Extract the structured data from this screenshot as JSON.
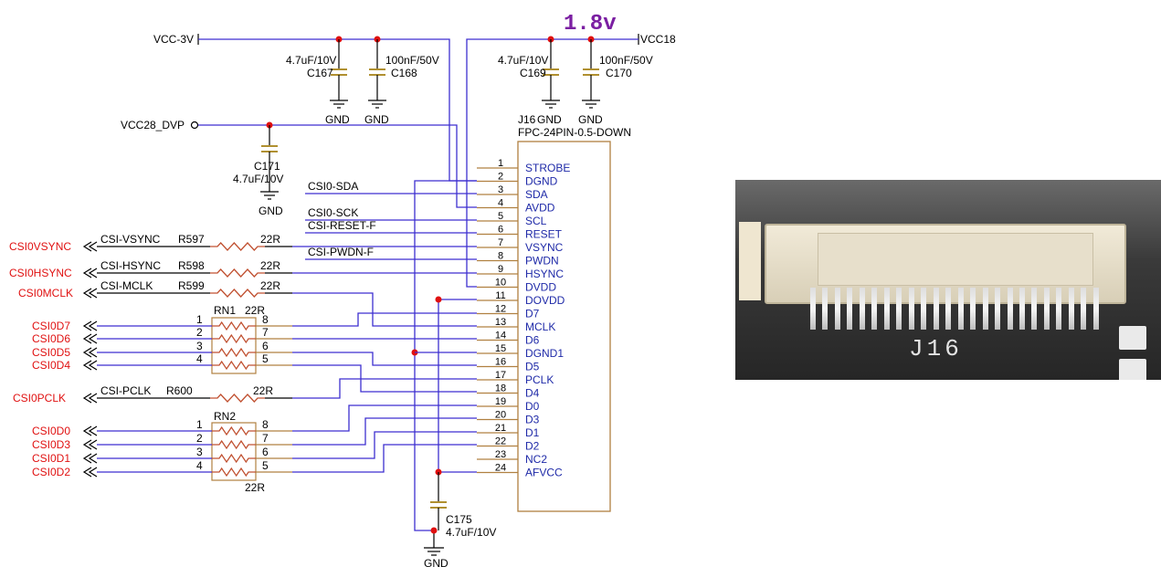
{
  "voltage_label": "1.8v",
  "power": {
    "vcc3v": "VCC-3V",
    "vcc18": "VCC18",
    "vcc28_dvp": "VCC28_DVP"
  },
  "caps": [
    {
      "ref": "C167",
      "value": "4.7uF/10V",
      "gnd": "GND"
    },
    {
      "ref": "C168",
      "value": "100nF/50V",
      "gnd": "GND"
    },
    {
      "ref": "C169",
      "value": "4.7uF/10V",
      "gnd": "GND"
    },
    {
      "ref": "C170",
      "value": "100nF/50V",
      "gnd": "GND"
    },
    {
      "ref": "C171",
      "value": "4.7uF/10V",
      "gnd": "GND"
    },
    {
      "ref": "C175",
      "value": "4.7uF/10V",
      "gnd": "GND"
    }
  ],
  "connector": {
    "ref": "J16",
    "part": "FPC-24PIN-0.5-DOWN",
    "pins": [
      {
        "num": "1",
        "name": "STROBE"
      },
      {
        "num": "2",
        "name": "DGND"
      },
      {
        "num": "3",
        "name": "SDA"
      },
      {
        "num": "4",
        "name": "AVDD"
      },
      {
        "num": "5",
        "name": "SCL"
      },
      {
        "num": "6",
        "name": "RESET"
      },
      {
        "num": "7",
        "name": "VSYNC"
      },
      {
        "num": "8",
        "name": "PWDN"
      },
      {
        "num": "9",
        "name": "HSYNC"
      },
      {
        "num": "10",
        "name": "DVDD"
      },
      {
        "num": "11",
        "name": "DOVDD"
      },
      {
        "num": "12",
        "name": "D7"
      },
      {
        "num": "13",
        "name": "MCLK"
      },
      {
        "num": "14",
        "name": "D6"
      },
      {
        "num": "15",
        "name": "DGND1"
      },
      {
        "num": "16",
        "name": "D5"
      },
      {
        "num": "17",
        "name": "PCLK"
      },
      {
        "num": "18",
        "name": "D4"
      },
      {
        "num": "19",
        "name": "D0"
      },
      {
        "num": "20",
        "name": "D3"
      },
      {
        "num": "21",
        "name": "D1"
      },
      {
        "num": "22",
        "name": "D2"
      },
      {
        "num": "23",
        "name": "NC2"
      },
      {
        "num": "24",
        "name": "AFVCC"
      }
    ]
  },
  "signals": {
    "sda": "CSI0-SDA",
    "sck": "CSI0-SCK",
    "reset": "CSI-RESET-F",
    "pwdn": "CSI-PWDN-F"
  },
  "resistors": [
    {
      "net": "CSI0VSYNC",
      "signal": "CSI-VSYNC",
      "ref": "R597",
      "value": "22R"
    },
    {
      "net": "CSI0HSYNC",
      "signal": "CSI-HSYNC",
      "ref": "R598",
      "value": "22R"
    },
    {
      "net": "CSI0MCLK",
      "signal": "CSI-MCLK",
      "ref": "R599",
      "value": "22R"
    },
    {
      "net": "CSI0PCLK",
      "signal": "CSI-PCLK",
      "ref": "R600",
      "value": "22R"
    }
  ],
  "rn1": {
    "ref": "RN1",
    "value": "22R",
    "nets": [
      "CSI0D7",
      "CSI0D6",
      "CSI0D5",
      "CSI0D4"
    ],
    "left_pins": [
      "1",
      "2",
      "3",
      "4"
    ],
    "right_pins": [
      "8",
      "7",
      "6",
      "5"
    ]
  },
  "rn2": {
    "ref": "RN2",
    "value": "22R",
    "nets": [
      "CSI0D0",
      "CSI0D3",
      "CSI0D1",
      "CSI0D2"
    ],
    "left_pins": [
      "1",
      "2",
      "3",
      "4"
    ],
    "right_pins": [
      "8",
      "7",
      "6",
      "5"
    ]
  },
  "photo_silkscreen": "J16",
  "colors": {
    "wire": "#3d2fd0",
    "net_label": "#e01010",
    "pin_name": "#1f2aa8",
    "voltage": "#7b1fa2"
  }
}
